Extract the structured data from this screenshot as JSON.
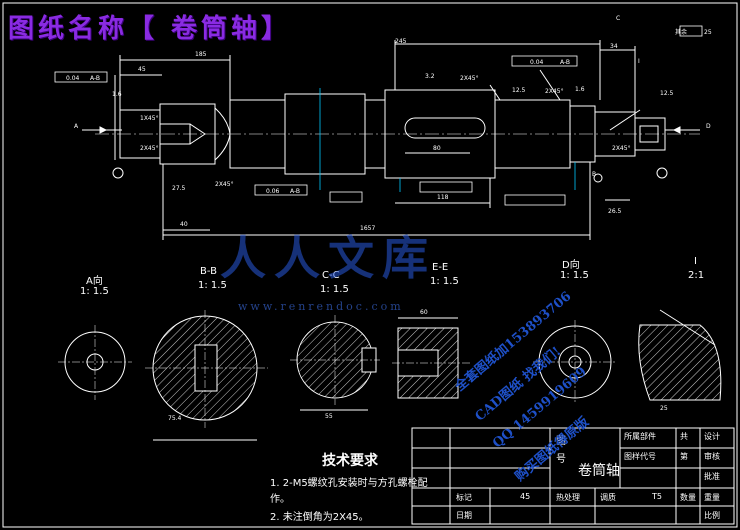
{
  "banner": {
    "title": "图纸名称【 卷筒轴】"
  },
  "drawing": {
    "roughness_rest": "其余",
    "roughness_value": "25",
    "view_labels": {
      "a_view": "A向",
      "a_scale": "1: 1.5",
      "bb_view": "B-B",
      "bb_scale": "1: 1.5",
      "cc_view": "C-C",
      "cc_scale": "1: 1.5",
      "ee_view": "E-E",
      "ee_scale": "1: 1.5",
      "d_view": "D向",
      "d_scale": "1: 1.5",
      "i_view": "I",
      "i_scale": "2:1"
    },
    "section_marks": {
      "A": "A",
      "B": "B",
      "C": "C",
      "D": "D",
      "I": "I"
    },
    "dims": {
      "overall": "1657",
      "d185": "185",
      "d45": "45",
      "d40": "40",
      "d118": "118",
      "d60": "60",
      "d80": "80",
      "d34": "34",
      "d275": "27.5",
      "d265": "26.5",
      "d3": "3",
      "d2": "2",
      "d75": "75.4",
      "d55": "55",
      "d25": "25",
      "d245": "245",
      "chamfer": "2X45°",
      "chamfer1": "1X45°",
      "r16": "1.6",
      "r32": "3.2",
      "r125": "12.5",
      "tol1": "0.04",
      "tol2": "0.06",
      "tol3": "0.04",
      "tol_ref1": "A-B",
      "tol_ref2": "A-B",
      "tol_ref3": "A-B"
    }
  },
  "tech": {
    "heading": "技术要求",
    "line1": "1. 2-M5螺纹孔安装时与方孔螺栓配",
    "line2": "作。",
    "line3": "2. 未注倒角为2X45。"
  },
  "titleblock": {
    "part_name": "卷筒轴",
    "fig_label": "图",
    "no_label": "号",
    "material_label": "所属部件",
    "drawing_no_label": "图样代号",
    "qty_label": "数量",
    "weight_label": "重量",
    "scale_label": "比例",
    "sheet_label": "共",
    "sheet2_label": "第",
    "drawn_label": "设计",
    "check_label": "审核",
    "approve_label": "批准",
    "sign_label": "标记",
    "date_label": "日期",
    "mat_value": "45",
    "sub_label": "热处理",
    "sub_value": "调质",
    "blank": "T5"
  },
  "watermark": {
    "brand_cn": "人人文库",
    "site": "www.renrendoc.com",
    "ad1": "全套图纸加153893706",
    "ad2": "CAD图纸 找我们!",
    "ad3": "QQ 1459919609",
    "ad4": "购买图纸得原版"
  },
  "colors": {
    "line": "#ffffff",
    "accent": "#00c8ff",
    "banner": "#8a2be2",
    "wm": "#1e50c8"
  }
}
